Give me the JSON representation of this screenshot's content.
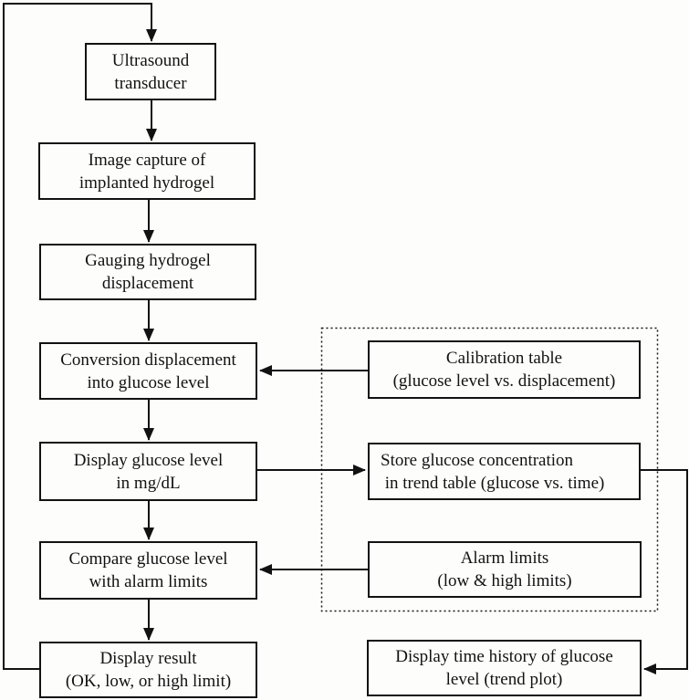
{
  "flowchart": {
    "nodes": {
      "ultrasound_transducer": "Ultrasound\ntransducer",
      "image_capture": "Image capture of\nimplanted hydrogel",
      "gauging_displacement": "Gauging hydrogel\ndisplacement",
      "conversion_to_glucose": "Conversion displacement\ninto glucose level",
      "display_glucose": "Display glucose level\nin mg/dL",
      "compare_alarm": "Compare glucose level\nwith alarm limits",
      "display_result": "Display result\n(OK, low, or high limit)",
      "calibration_table": "Calibration table\n(glucose level vs. displacement)",
      "store_trend_table": "Store glucose concentration\n in trend table (glucose vs. time)",
      "alarm_limits": "Alarm limits\n(low & high limits)",
      "trend_plot": "Display time history of glucose\nlevel (trend plot)"
    },
    "colors": {
      "ink": "#121212",
      "background": "#fdfdfc"
    }
  }
}
